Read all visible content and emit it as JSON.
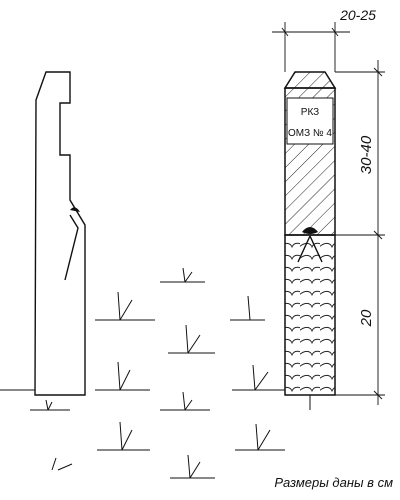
{
  "labels": {
    "top_width": "20-25",
    "upper_height": "30-40",
    "lower_height": "20",
    "plate_line1": "РКЗ",
    "plate_line2": "ОМЗ № 4",
    "caption": "Размеры даны в см"
  },
  "colors": {
    "ink": "#111111",
    "paper": "#ffffff"
  }
}
